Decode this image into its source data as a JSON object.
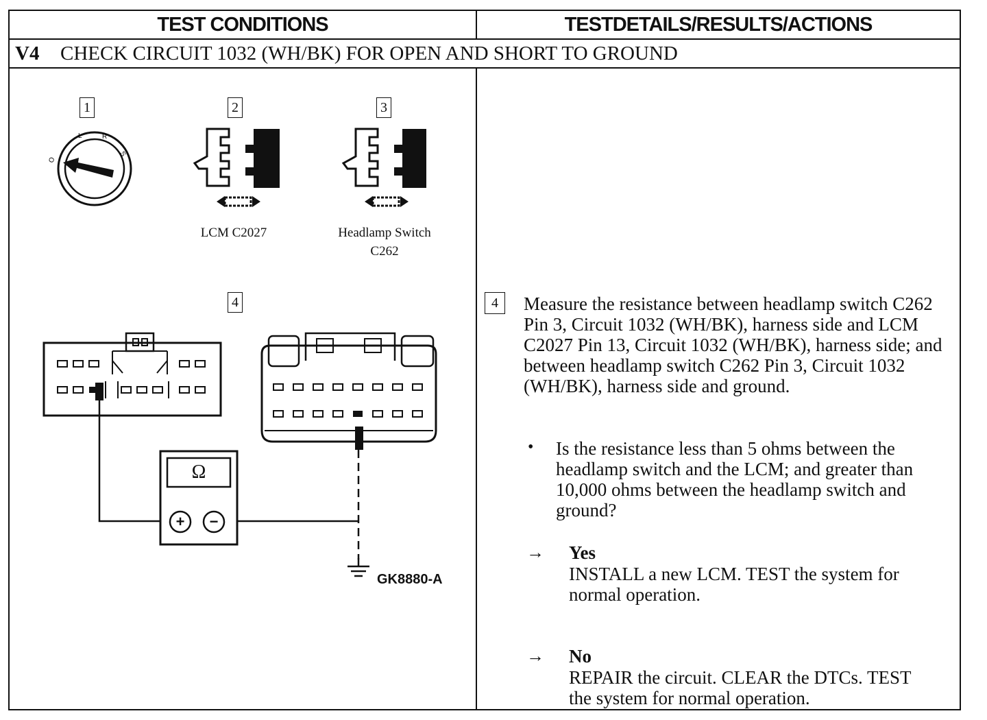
{
  "header": {
    "left": "TEST CONDITIONS",
    "right": "TESTDETAILS/RESULTS/ACTIONS"
  },
  "step": {
    "id": "V4",
    "title": "CHECK CIRCUIT 1032 (WH/BK) FOR OPEN AND SHORT TO GROUND"
  },
  "conditions": {
    "items": [
      {
        "num": "1"
      },
      {
        "num": "2",
        "caption": "LCM C2027"
      },
      {
        "num": "3",
        "caption_line1": "Headlamp Switch",
        "caption_line2": "C262"
      },
      {
        "num": "4"
      }
    ],
    "meter_symbol": "Ω",
    "meter_plus": "+",
    "meter_minus": "−",
    "figure_code": "GK8880-A"
  },
  "details": {
    "num": "4",
    "instruction": "Measure the resistance between headlamp switch C262 Pin 3, Circuit 1032 (WH/BK), harness side and LCM C2027 Pin 13, Circuit 1032 (WH/BK), harness side; and between headlamp switch C262 Pin 3, Circuit 1032 (WH/BK), harness side and ground.",
    "bullet": "•",
    "question": "Is the resistance less than 5 ohms between the headlamp switch and the LCM; and greater than 10,000 ohms between the headlamp switch and ground?",
    "arrow": "→",
    "yes_label": "Yes",
    "yes_action": "INSTALL a new LCM. TEST the system for normal operation.",
    "no_label": "No",
    "no_action": "REPAIR the circuit. CLEAR the DTCs. TEST the system for normal operation."
  }
}
